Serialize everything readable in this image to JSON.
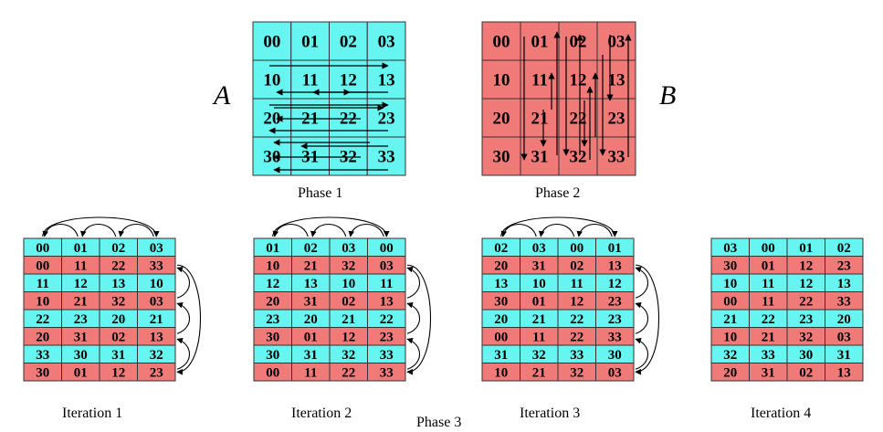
{
  "colors": {
    "cyan": "#66f5f0",
    "red": "#f07a78",
    "line": "#333333",
    "text": "#000000"
  },
  "labels": {
    "matrix_a": "A",
    "matrix_b": "B",
    "phase1": "Phase 1",
    "phase2": "Phase 2",
    "phase3": "Phase 3",
    "iteration1": "Iteration 1",
    "iteration2": "Iteration 2",
    "iteration3": "Iteration 3",
    "iteration4": "Iteration 4"
  },
  "phase_a": [
    [
      "00",
      "01",
      "02",
      "03"
    ],
    [
      "10",
      "11",
      "12",
      "13"
    ],
    [
      "20",
      "21",
      "22",
      "23"
    ],
    [
      "30",
      "31",
      "32",
      "33"
    ]
  ],
  "phase_b": [
    [
      "00",
      "01",
      "02",
      "03"
    ],
    [
      "10",
      "11",
      "12",
      "13"
    ],
    [
      "20",
      "21",
      "22",
      "23"
    ],
    [
      "30",
      "31",
      "32",
      "33"
    ]
  ],
  "iterations": [
    {
      "rows": [
        [
          "00",
          "01",
          "02",
          "03"
        ],
        [
          "00",
          "11",
          "22",
          "33"
        ],
        [
          "11",
          "12",
          "13",
          "10"
        ],
        [
          "10",
          "21",
          "32",
          "03"
        ],
        [
          "22",
          "23",
          "20",
          "21"
        ],
        [
          "20",
          "31",
          "02",
          "13"
        ],
        [
          "33",
          "30",
          "31",
          "32"
        ],
        [
          "30",
          "01",
          "12",
          "23"
        ]
      ]
    },
    {
      "rows": [
        [
          "01",
          "02",
          "03",
          "00"
        ],
        [
          "10",
          "21",
          "32",
          "03"
        ],
        [
          "12",
          "13",
          "10",
          "11"
        ],
        [
          "20",
          "31",
          "02",
          "13"
        ],
        [
          "23",
          "20",
          "21",
          "22"
        ],
        [
          "30",
          "01",
          "12",
          "23"
        ],
        [
          "30",
          "31",
          "32",
          "33"
        ],
        [
          "00",
          "11",
          "22",
          "33"
        ]
      ]
    },
    {
      "rows": [
        [
          "02",
          "03",
          "00",
          "01"
        ],
        [
          "20",
          "31",
          "02",
          "13"
        ],
        [
          "13",
          "10",
          "11",
          "12"
        ],
        [
          "30",
          "01",
          "12",
          "23"
        ],
        [
          "20",
          "21",
          "22",
          "23"
        ],
        [
          "00",
          "11",
          "22",
          "33"
        ],
        [
          "31",
          "32",
          "33",
          "30"
        ],
        [
          "10",
          "21",
          "32",
          "03"
        ]
      ]
    },
    {
      "rows": [
        [
          "03",
          "00",
          "01",
          "02"
        ],
        [
          "30",
          "01",
          "12",
          "23"
        ],
        [
          "10",
          "11",
          "12",
          "13"
        ],
        [
          "00",
          "11",
          "22",
          "33"
        ],
        [
          "21",
          "22",
          "23",
          "20"
        ],
        [
          "10",
          "21",
          "32",
          "03"
        ],
        [
          "32",
          "33",
          "30",
          "31"
        ],
        [
          "20",
          "31",
          "02",
          "13"
        ]
      ]
    }
  ]
}
